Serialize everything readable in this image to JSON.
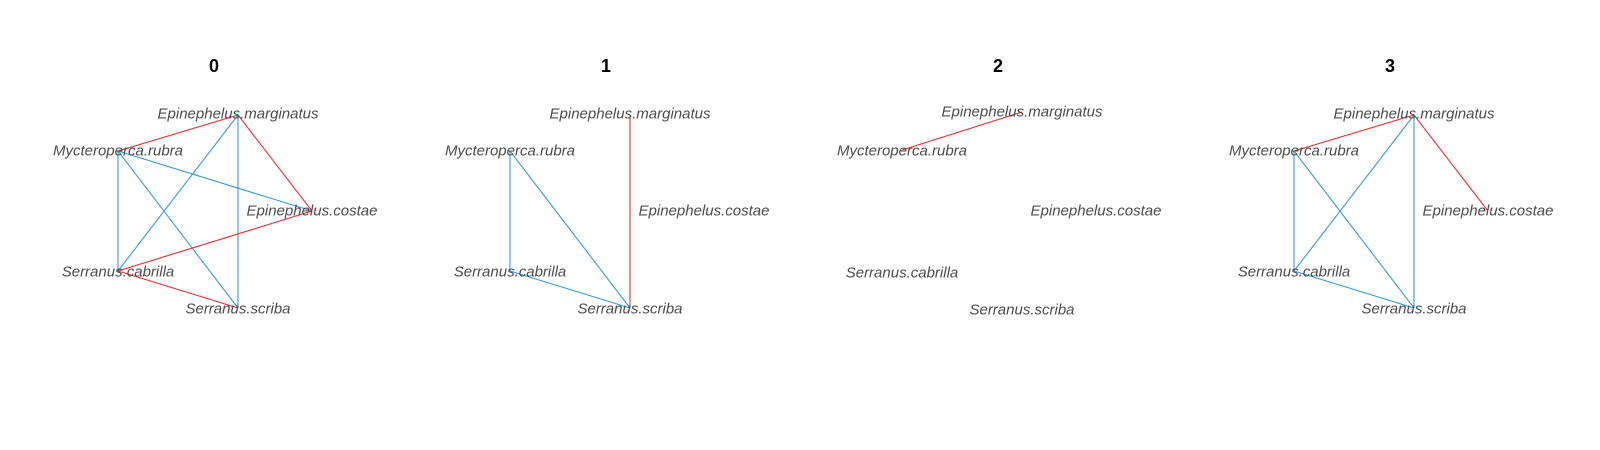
{
  "colors": {
    "positive": "#3a9ad9",
    "negative": "#e8312f",
    "label": "#4d4d4d",
    "title": "#000000"
  },
  "nodes": [
    "Epinephelus.marginatus",
    "Mycteroperca.rubra",
    "Epinephelus.costae",
    "Serranus.cabrilla",
    "Serranus.scriba"
  ],
  "panels": [
    {
      "title": "0",
      "edges": [
        {
          "source": "Epinephelus.marginatus",
          "target": "Mycteroperca.rubra",
          "sign": "negative"
        },
        {
          "source": "Epinephelus.marginatus",
          "target": "Epinephelus.costae",
          "sign": "negative"
        },
        {
          "source": "Epinephelus.marginatus",
          "target": "Serranus.cabrilla",
          "sign": "positive"
        },
        {
          "source": "Epinephelus.marginatus",
          "target": "Serranus.scriba",
          "sign": "positive"
        },
        {
          "source": "Mycteroperca.rubra",
          "target": "Epinephelus.costae",
          "sign": "positive"
        },
        {
          "source": "Mycteroperca.rubra",
          "target": "Serranus.cabrilla",
          "sign": "positive"
        },
        {
          "source": "Mycteroperca.rubra",
          "target": "Serranus.scriba",
          "sign": "positive"
        },
        {
          "source": "Epinephelus.costae",
          "target": "Serranus.cabrilla",
          "sign": "negative"
        },
        {
          "source": "Serranus.cabrilla",
          "target": "Serranus.scriba",
          "sign": "negative"
        }
      ]
    },
    {
      "title": "1",
      "edges": [
        {
          "source": "Epinephelus.marginatus",
          "target": "Serranus.scriba",
          "sign": "negative"
        },
        {
          "source": "Mycteroperca.rubra",
          "target": "Serranus.cabrilla",
          "sign": "positive"
        },
        {
          "source": "Mycteroperca.rubra",
          "target": "Serranus.scriba",
          "sign": "positive"
        },
        {
          "source": "Serranus.cabrilla",
          "target": "Serranus.scriba",
          "sign": "positive"
        }
      ]
    },
    {
      "title": "2",
      "edges": [
        {
          "source": "Mycteroperca.rubra",
          "target": "Epinephelus.marginatus",
          "sign": "negative"
        }
      ]
    },
    {
      "title": "3",
      "edges": [
        {
          "source": "Epinephelus.marginatus",
          "target": "Mycteroperca.rubra",
          "sign": "negative"
        },
        {
          "source": "Epinephelus.marginatus",
          "target": "Epinephelus.costae",
          "sign": "negative"
        },
        {
          "source": "Epinephelus.marginatus",
          "target": "Serranus.cabrilla",
          "sign": "positive"
        },
        {
          "source": "Epinephelus.marginatus",
          "target": "Serranus.scriba",
          "sign": "positive"
        },
        {
          "source": "Mycteroperca.rubra",
          "target": "Serranus.cabrilla",
          "sign": "positive"
        },
        {
          "source": "Mycteroperca.rubra",
          "target": "Serranus.scriba",
          "sign": "positive"
        },
        {
          "source": "Serranus.cabrilla",
          "target": "Serranus.scriba",
          "sign": "positive"
        }
      ]
    }
  ]
}
